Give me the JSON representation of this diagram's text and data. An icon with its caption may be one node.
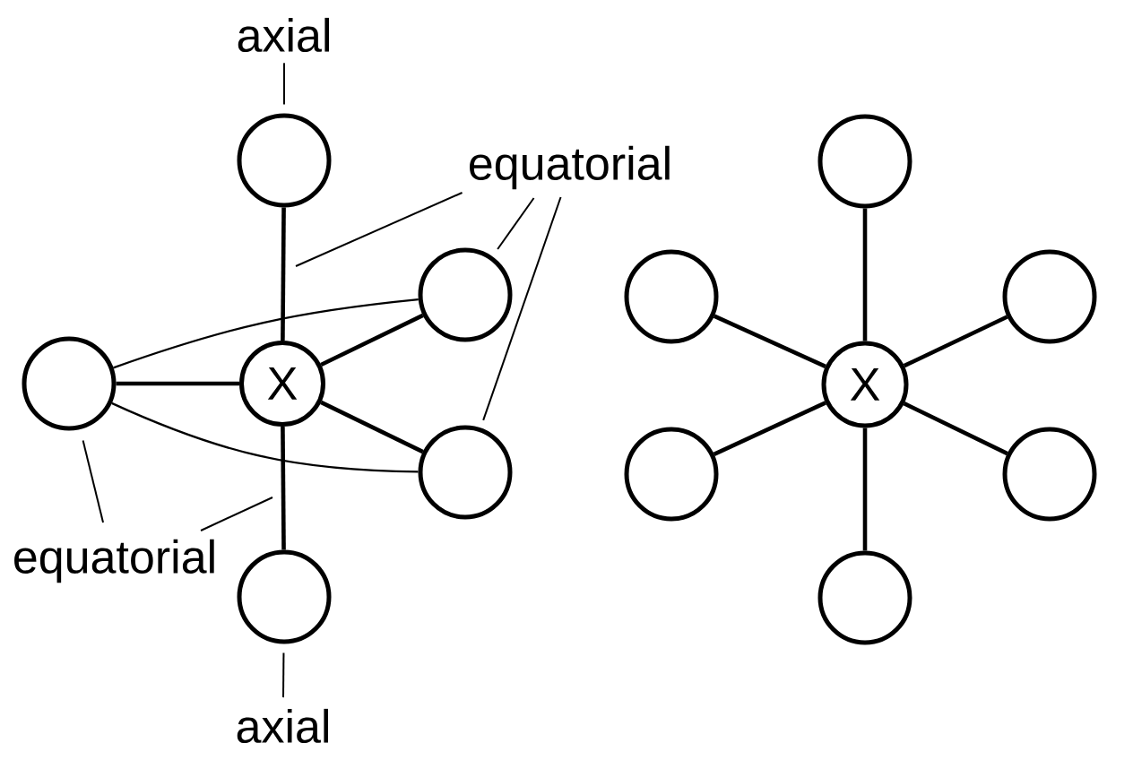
{
  "diagram": {
    "nodes": [
      {
        "text": [
          "axial"
        ]
      },
      {
        "text": [],
        "shape": "circle"
      },
      {
        "text": [
          "equatorial"
        ]
      },
      {
        "text": [],
        "shape": "circle"
      },
      {
        "text": [],
        "shape": "circle"
      },
      {
        "text": [
          "X"
        ]
      },
      {
        "text": [],
        "shape": "circle"
      },
      {
        "text": [
          "equatorial"
        ]
      },
      {
        "text": [],
        "shape": "circle"
      },
      {
        "text": [
          "axial"
        ]
      },
      {
        "text": [],
        "shape": "circle"
      },
      {
        "text": [],
        "shape": "circle"
      },
      {
        "text": [],
        "shape": "circle"
      },
      {
        "text": [
          "X"
        ]
      },
      {
        "text": [],
        "shape": "circle"
      },
      {
        "text": [],
        "shape": "circle"
      },
      {
        "text": [],
        "shape": "circle"
      }
    ],
    "edges": [
      {
        "from": 5,
        "to": 1,
        "arrow": "none"
      },
      {
        "from": 5,
        "to": 4,
        "arrow": "none"
      },
      {
        "from": 5,
        "to": 3,
        "arrow": "none"
      },
      {
        "from": 5,
        "to": 6,
        "arrow": "none"
      },
      {
        "from": 5,
        "to": 8,
        "arrow": "none"
      },
      {
        "from": 4,
        "to": 3,
        "arrow": "none"
      },
      {
        "from": 4,
        "to": 6,
        "arrow": "none"
      },
      {
        "from": 0,
        "to": 1,
        "arrow": "none"
      },
      {
        "from": 2,
        "to": null,
        "arrow": "none"
      },
      {
        "from": 2,
        "to": 3,
        "arrow": "none"
      },
      {
        "from": 2,
        "to": 6,
        "arrow": "none"
      },
      {
        "from": 7,
        "to": 4,
        "arrow": "none"
      },
      {
        "from": 7,
        "to": null,
        "arrow": "none"
      },
      {
        "from": 9,
        "to": 8,
        "arrow": "none"
      },
      {
        "from": 13,
        "to": 10,
        "arrow": "none"
      },
      {
        "from": 13,
        "to": 11,
        "arrow": "none"
      },
      {
        "from": 13,
        "to": 12,
        "arrow": "none"
      },
      {
        "from": 13,
        "to": 14,
        "arrow": "none"
      },
      {
        "from": 13,
        "to": 15,
        "arrow": "none"
      },
      {
        "from": 13,
        "to": 16,
        "arrow": "none"
      }
    ]
  }
}
